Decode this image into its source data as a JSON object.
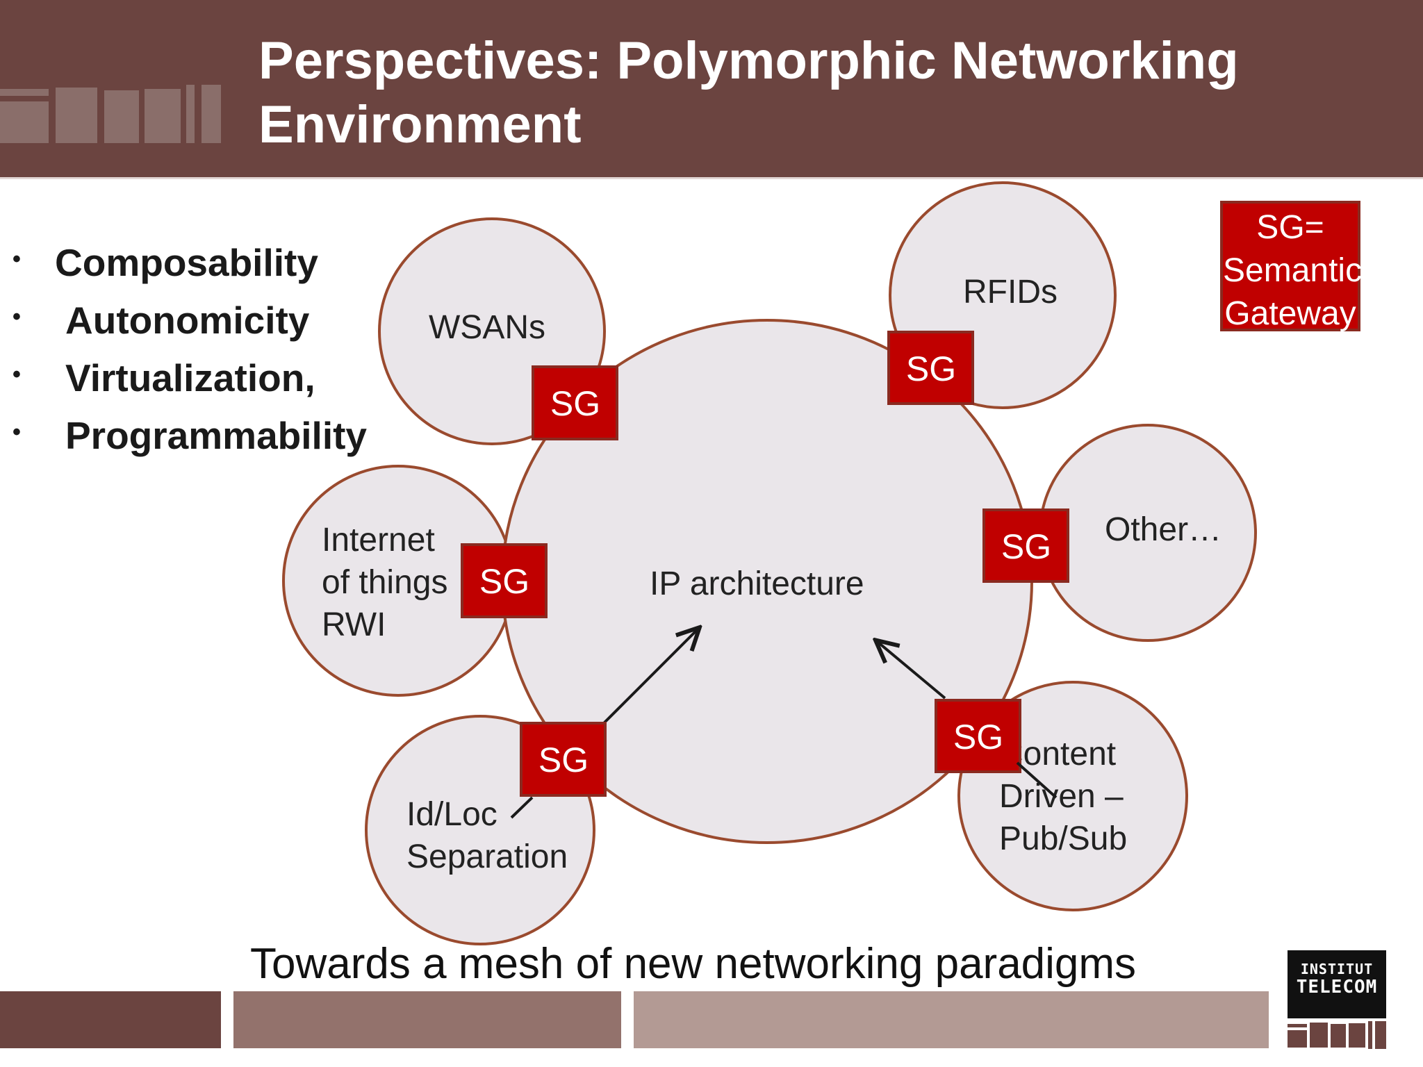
{
  "title": {
    "line1": "Perspectives: Polymorphic Networking",
    "line2": "Environment"
  },
  "bullets": [
    "Composability",
    "Autonomicity",
    "Virtualization,",
    "Programmability"
  ],
  "bullet_glyph": "•",
  "diagram": {
    "center_label": "IP architecture",
    "gateway_label": "SG",
    "nodes": [
      {
        "id": "wsans",
        "lines": [
          "WSANs"
        ]
      },
      {
        "id": "rfids",
        "lines": [
          "RFIDs"
        ]
      },
      {
        "id": "iot",
        "lines": [
          "Internet",
          "of things",
          "RWI"
        ]
      },
      {
        "id": "other",
        "lines": [
          "Other…"
        ]
      },
      {
        "id": "idloc",
        "lines": [
          "Id/Loc",
          "Separation"
        ]
      },
      {
        "id": "content",
        "lines": [
          "Content",
          "Driven –",
          "Pub/Sub"
        ]
      }
    ]
  },
  "legend": {
    "lines": [
      "SG=",
      "Semantic",
      "Gateway"
    ]
  },
  "caption": "Towards a mesh of new networking paradigms",
  "institut_logo": {
    "line1": "INSTITUT",
    "line2": "TELECOM"
  },
  "colors": {
    "header": "#6b4440",
    "gateway": "#c00000",
    "circle_fill": "#eae6ea",
    "circle_stroke": "#9a4a2e",
    "band1": "#6b4440",
    "band2": "#93726c",
    "band3": "#b39a94"
  }
}
